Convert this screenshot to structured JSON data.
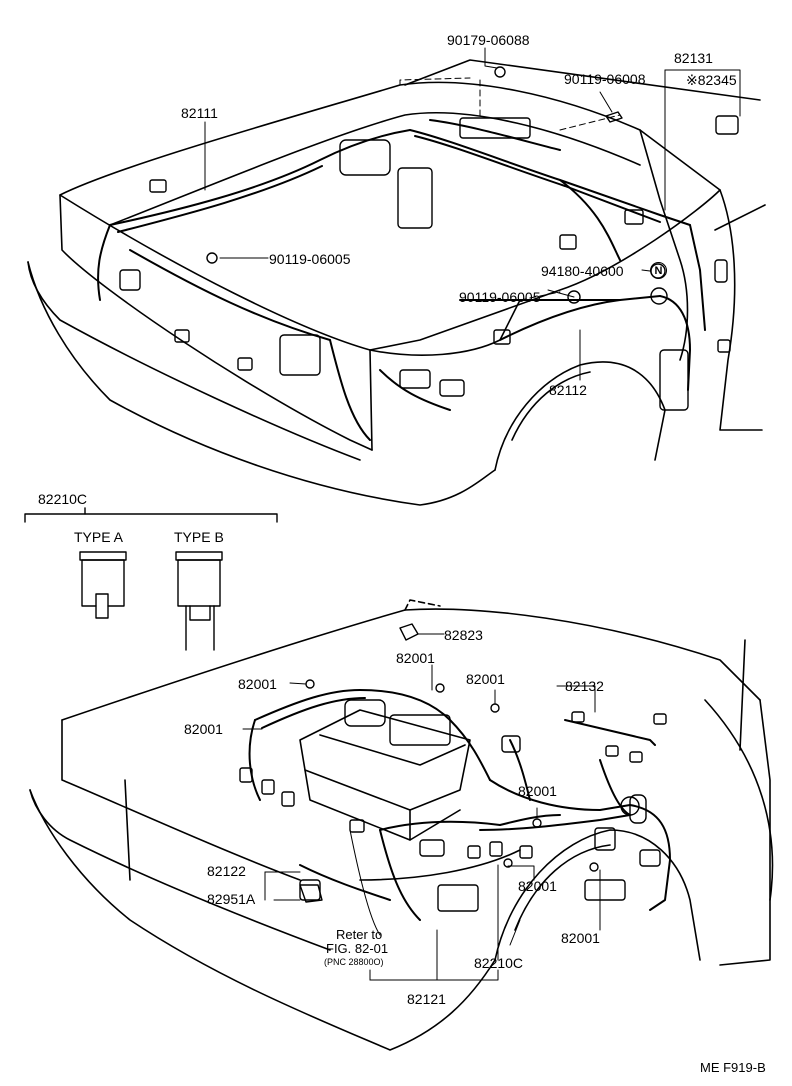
{
  "diagram": {
    "figure_code": "ME F919-B",
    "upper_labels": {
      "p90179_06088": "90179-06088",
      "p82131": "82131",
      "p90119_06008": "90119-06008",
      "p182345": "※82345",
      "p82111": "82111",
      "p90119_06005_a": "90119-06005",
      "p94180_40600": "94180-40600",
      "p94180_symbol": "N",
      "p90119_06005_b": "90119-06005",
      "p82112": "82112"
    },
    "fuse_box": {
      "group_label": "82210C",
      "type_a": "TYPE A",
      "type_b": "TYPE B"
    },
    "lower_labels": {
      "p82823": "82823",
      "p82001_top": "82001",
      "p82001_left": "82001",
      "p82001_mid": "82001",
      "p82132": "82132",
      "p82001_left2": "82001",
      "p82001_right": "82001",
      "p82122": "82122",
      "p82951a": "82951A",
      "p82001_lowmid": "82001",
      "p82001_lowright": "82001",
      "refer_line1": "Reter to",
      "refer_line2": "FIG. 82-01",
      "refer_line3": "(PNC 28800O)",
      "p82210c": "82210C",
      "p82121": "82121"
    }
  }
}
